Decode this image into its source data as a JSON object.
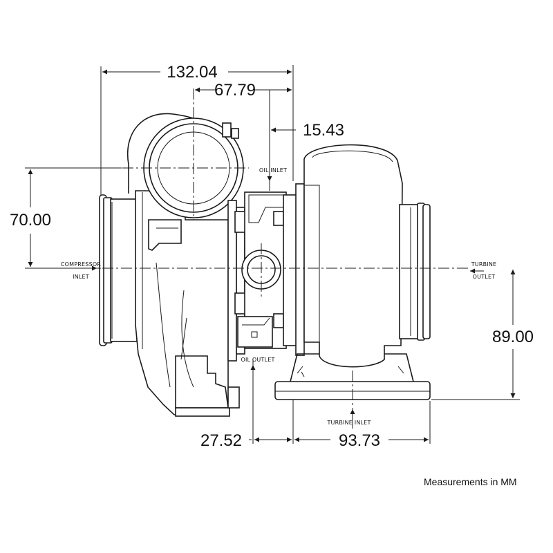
{
  "dimensions": {
    "overall_width": "132.04",
    "bearing_offset": "67.79",
    "oil_inlet_offset": "15.43",
    "compressor_height": "70.00",
    "turbine_height": "89.00",
    "oil_outlet_offset": "27.52",
    "turbine_inlet_offset": "93.73"
  },
  "labels": {
    "compressor_inlet_line1": "COMPRESSOR",
    "compressor_inlet_line2": "INLET",
    "turbine_outlet_line1": "TURBINE",
    "turbine_outlet_line2": "OUTLET",
    "oil_inlet": "OIL INLET",
    "oil_outlet": "OIL OUTLET",
    "turbine_inlet": "TURBINE INLET"
  },
  "note": "Measurements in MM"
}
